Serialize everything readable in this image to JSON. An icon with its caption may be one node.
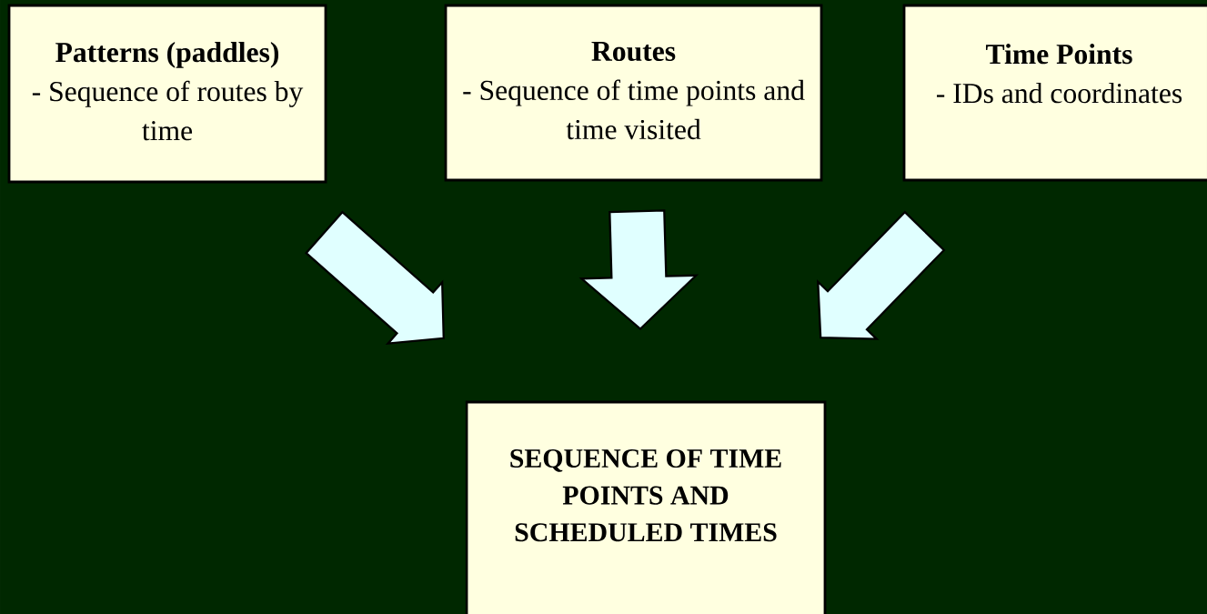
{
  "diagram": {
    "nodes": [
      {
        "text": [
          "Patterns (paddles)",
          "- Sequence of routes by time"
        ]
      },
      {
        "text": [
          "Routes",
          "- Sequence of time points and time visited"
        ]
      },
      {
        "text": [
          "Time Points",
          "- IDs and coordinates"
        ]
      },
      {
        "text": [
          "SEQUENCE OF TIME POINTS AND SCHEDULED TIMES"
        ]
      }
    ],
    "edges": [
      {
        "from": 0,
        "to": 3,
        "arrow": "to"
      },
      {
        "from": 1,
        "to": 3,
        "arrow": "to"
      },
      {
        "from": 2,
        "to": 3,
        "arrow": "to"
      }
    ]
  }
}
